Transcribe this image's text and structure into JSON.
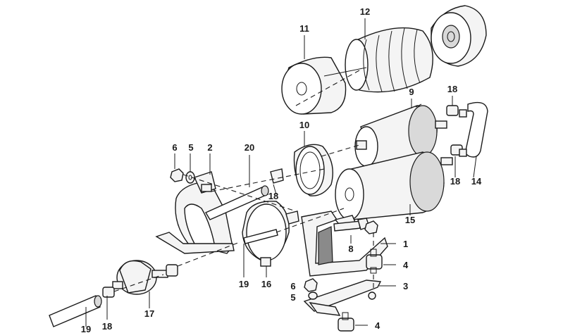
{
  "diagram": {
    "labels": {
      "l1": "1",
      "l2": "2",
      "l3": "3",
      "l4a": "4",
      "l4b": "4",
      "l5a": "5",
      "l5b": "5",
      "l6a": "6",
      "l6b": "6",
      "l8": "8",
      "l9": "9",
      "l10": "10",
      "l11": "11",
      "l12": "12",
      "l14": "14",
      "l15": "15",
      "l16": "16",
      "l17": "17",
      "l18a": "18",
      "l18b": "18",
      "l18c": "18",
      "l18d": "18",
      "l19a": "19",
      "l19b": "19",
      "l20": "20"
    }
  }
}
